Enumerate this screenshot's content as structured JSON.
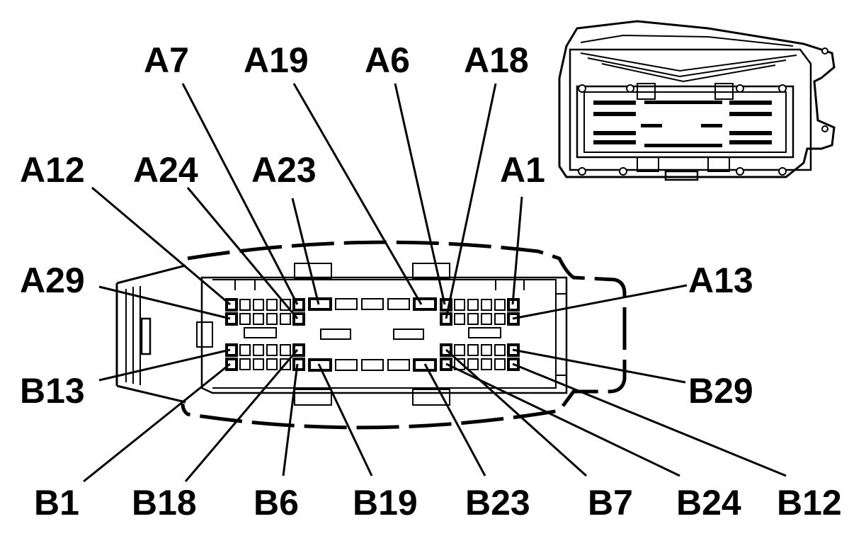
{
  "diagram": {
    "pins": {
      "A7": "A7",
      "A19": "A19",
      "A6": "A6",
      "A18": "A18",
      "A12": "A12",
      "A24": "A24",
      "A23": "A23",
      "A1": "A1",
      "A29": "A29",
      "A13": "A13",
      "B13": "B13",
      "B29": "B29",
      "B1": "B1",
      "B18": "B18",
      "B6": "B6",
      "B19": "B19",
      "B23": "B23",
      "B7": "B7",
      "B24": "B24",
      "B12": "B12"
    }
  }
}
